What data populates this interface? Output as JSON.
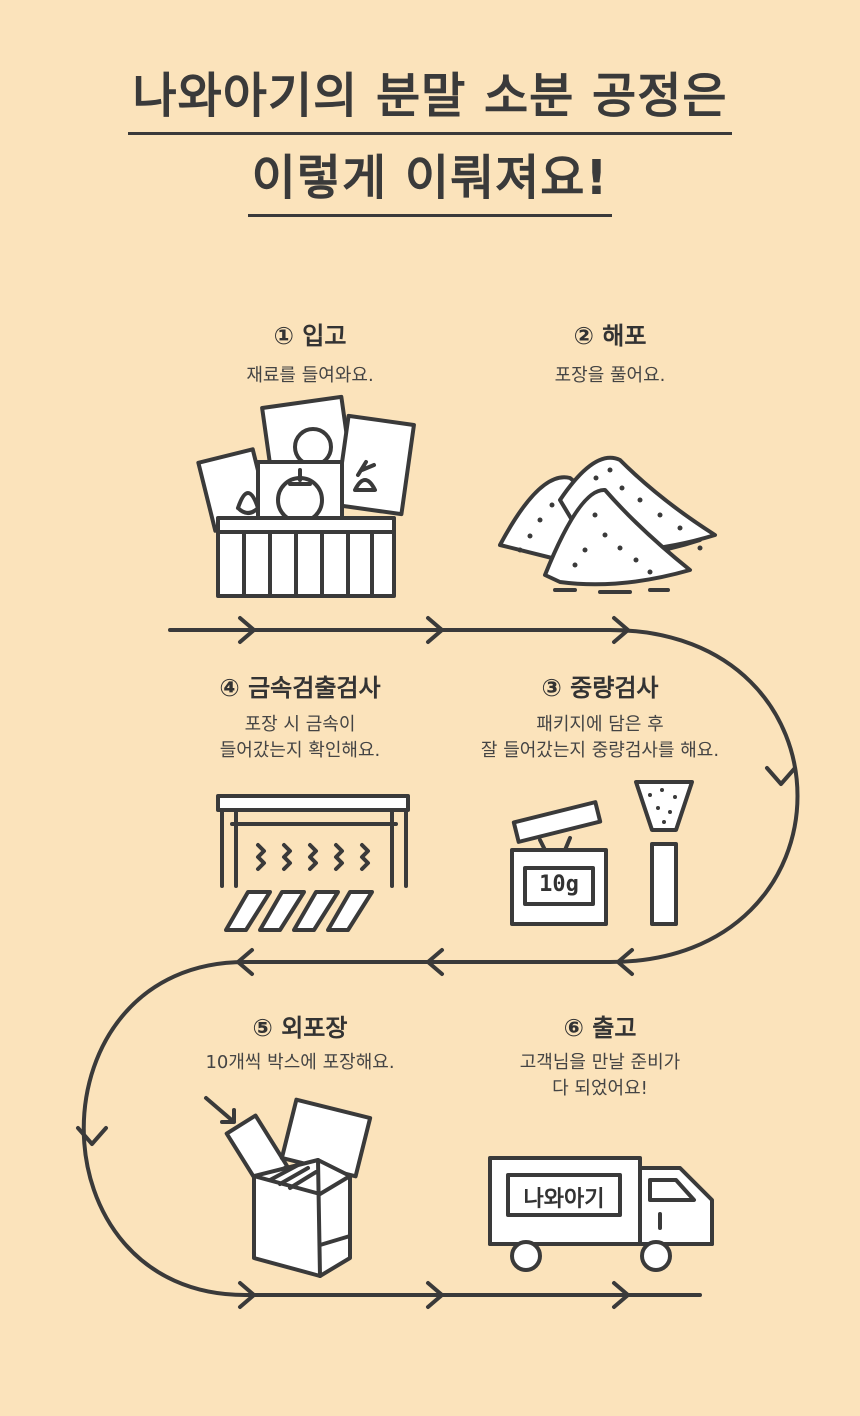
{
  "title": {
    "line1": "나와아기의 분말 소분 공정은",
    "line2": "이렇게 이뤄져요!"
  },
  "steps": [
    {
      "heading": "① 입고",
      "desc": [
        "재료를 들여와요."
      ]
    },
    {
      "heading": "② 해포",
      "desc": [
        "포장을 풀어요."
      ]
    },
    {
      "heading": "③ 중량검사",
      "desc": [
        "패키지에 담은 후",
        "잘 들어갔는지 중량검사를 해요."
      ]
    },
    {
      "heading": "④ 금속검출검사",
      "desc": [
        "포장 시 금속이",
        "들어갔는지 확인해요."
      ]
    },
    {
      "heading": "⑤ 외포장",
      "desc": [
        "10개씩 박스에 포장해요."
      ]
    },
    {
      "heading": "⑥ 출고",
      "desc": [
        "고객님을 만날 준비가",
        "다 되었어요!"
      ]
    }
  ],
  "scale_display": "10g",
  "truck_text": "나와아기",
  "colors": {
    "background": "#fbe3bb",
    "ink": "#3a3a3a",
    "paper": "#ffffff"
  },
  "icons": [
    "produce-crate-icon",
    "powder-piles-icon",
    "scale-icon",
    "metal-detector-icon",
    "box-packing-icon",
    "delivery-truck-icon"
  ]
}
